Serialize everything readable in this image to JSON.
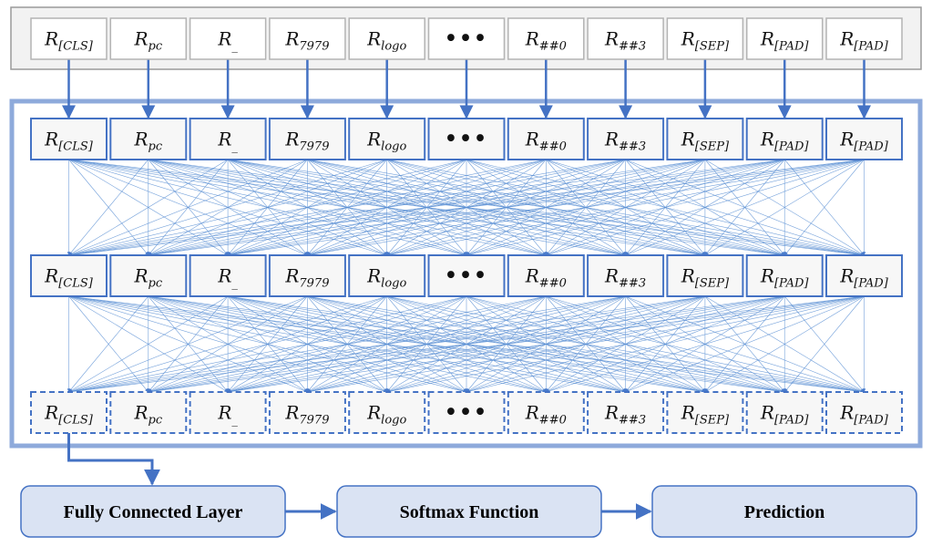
{
  "tokens": [
    {
      "base": "R",
      "sub": "[CLS]"
    },
    {
      "base": "R",
      "sub": "pc"
    },
    {
      "base": "R",
      "sub": "_"
    },
    {
      "base": "R",
      "sub": "7979"
    },
    {
      "base": "R",
      "sub": "logo"
    },
    {
      "base": "•••",
      "sub": ""
    },
    {
      "base": "R",
      "sub": "##0"
    },
    {
      "base": "R",
      "sub": "##3"
    },
    {
      "base": "R",
      "sub": "[SEP]"
    },
    {
      "base": "R",
      "sub": "[PAD]"
    },
    {
      "base": "R",
      "sub": "[PAD]"
    }
  ],
  "rows": [
    {
      "name": "input-row",
      "style": "input"
    },
    {
      "name": "encoder-row-1",
      "style": "solid"
    },
    {
      "name": "encoder-row-2",
      "style": "solid"
    },
    {
      "name": "output-row",
      "style": "dashed"
    }
  ],
  "stages": [
    {
      "name": "fully-connected-layer",
      "label": "Fully Connected Layer"
    },
    {
      "name": "softmax-function",
      "label": "Softmax Function"
    },
    {
      "name": "prediction",
      "label": "Prediction"
    }
  ],
  "colors": {
    "line": "#4472c4",
    "mesh": "#5b8fd4",
    "input_border": "#b3b3b3",
    "input_bg": "#f2f2f2",
    "token_bg": "#f7f7f7",
    "frame": "#8eaadb",
    "stage_bg": "#dae3f3",
    "stage_border": "#4472c4"
  }
}
